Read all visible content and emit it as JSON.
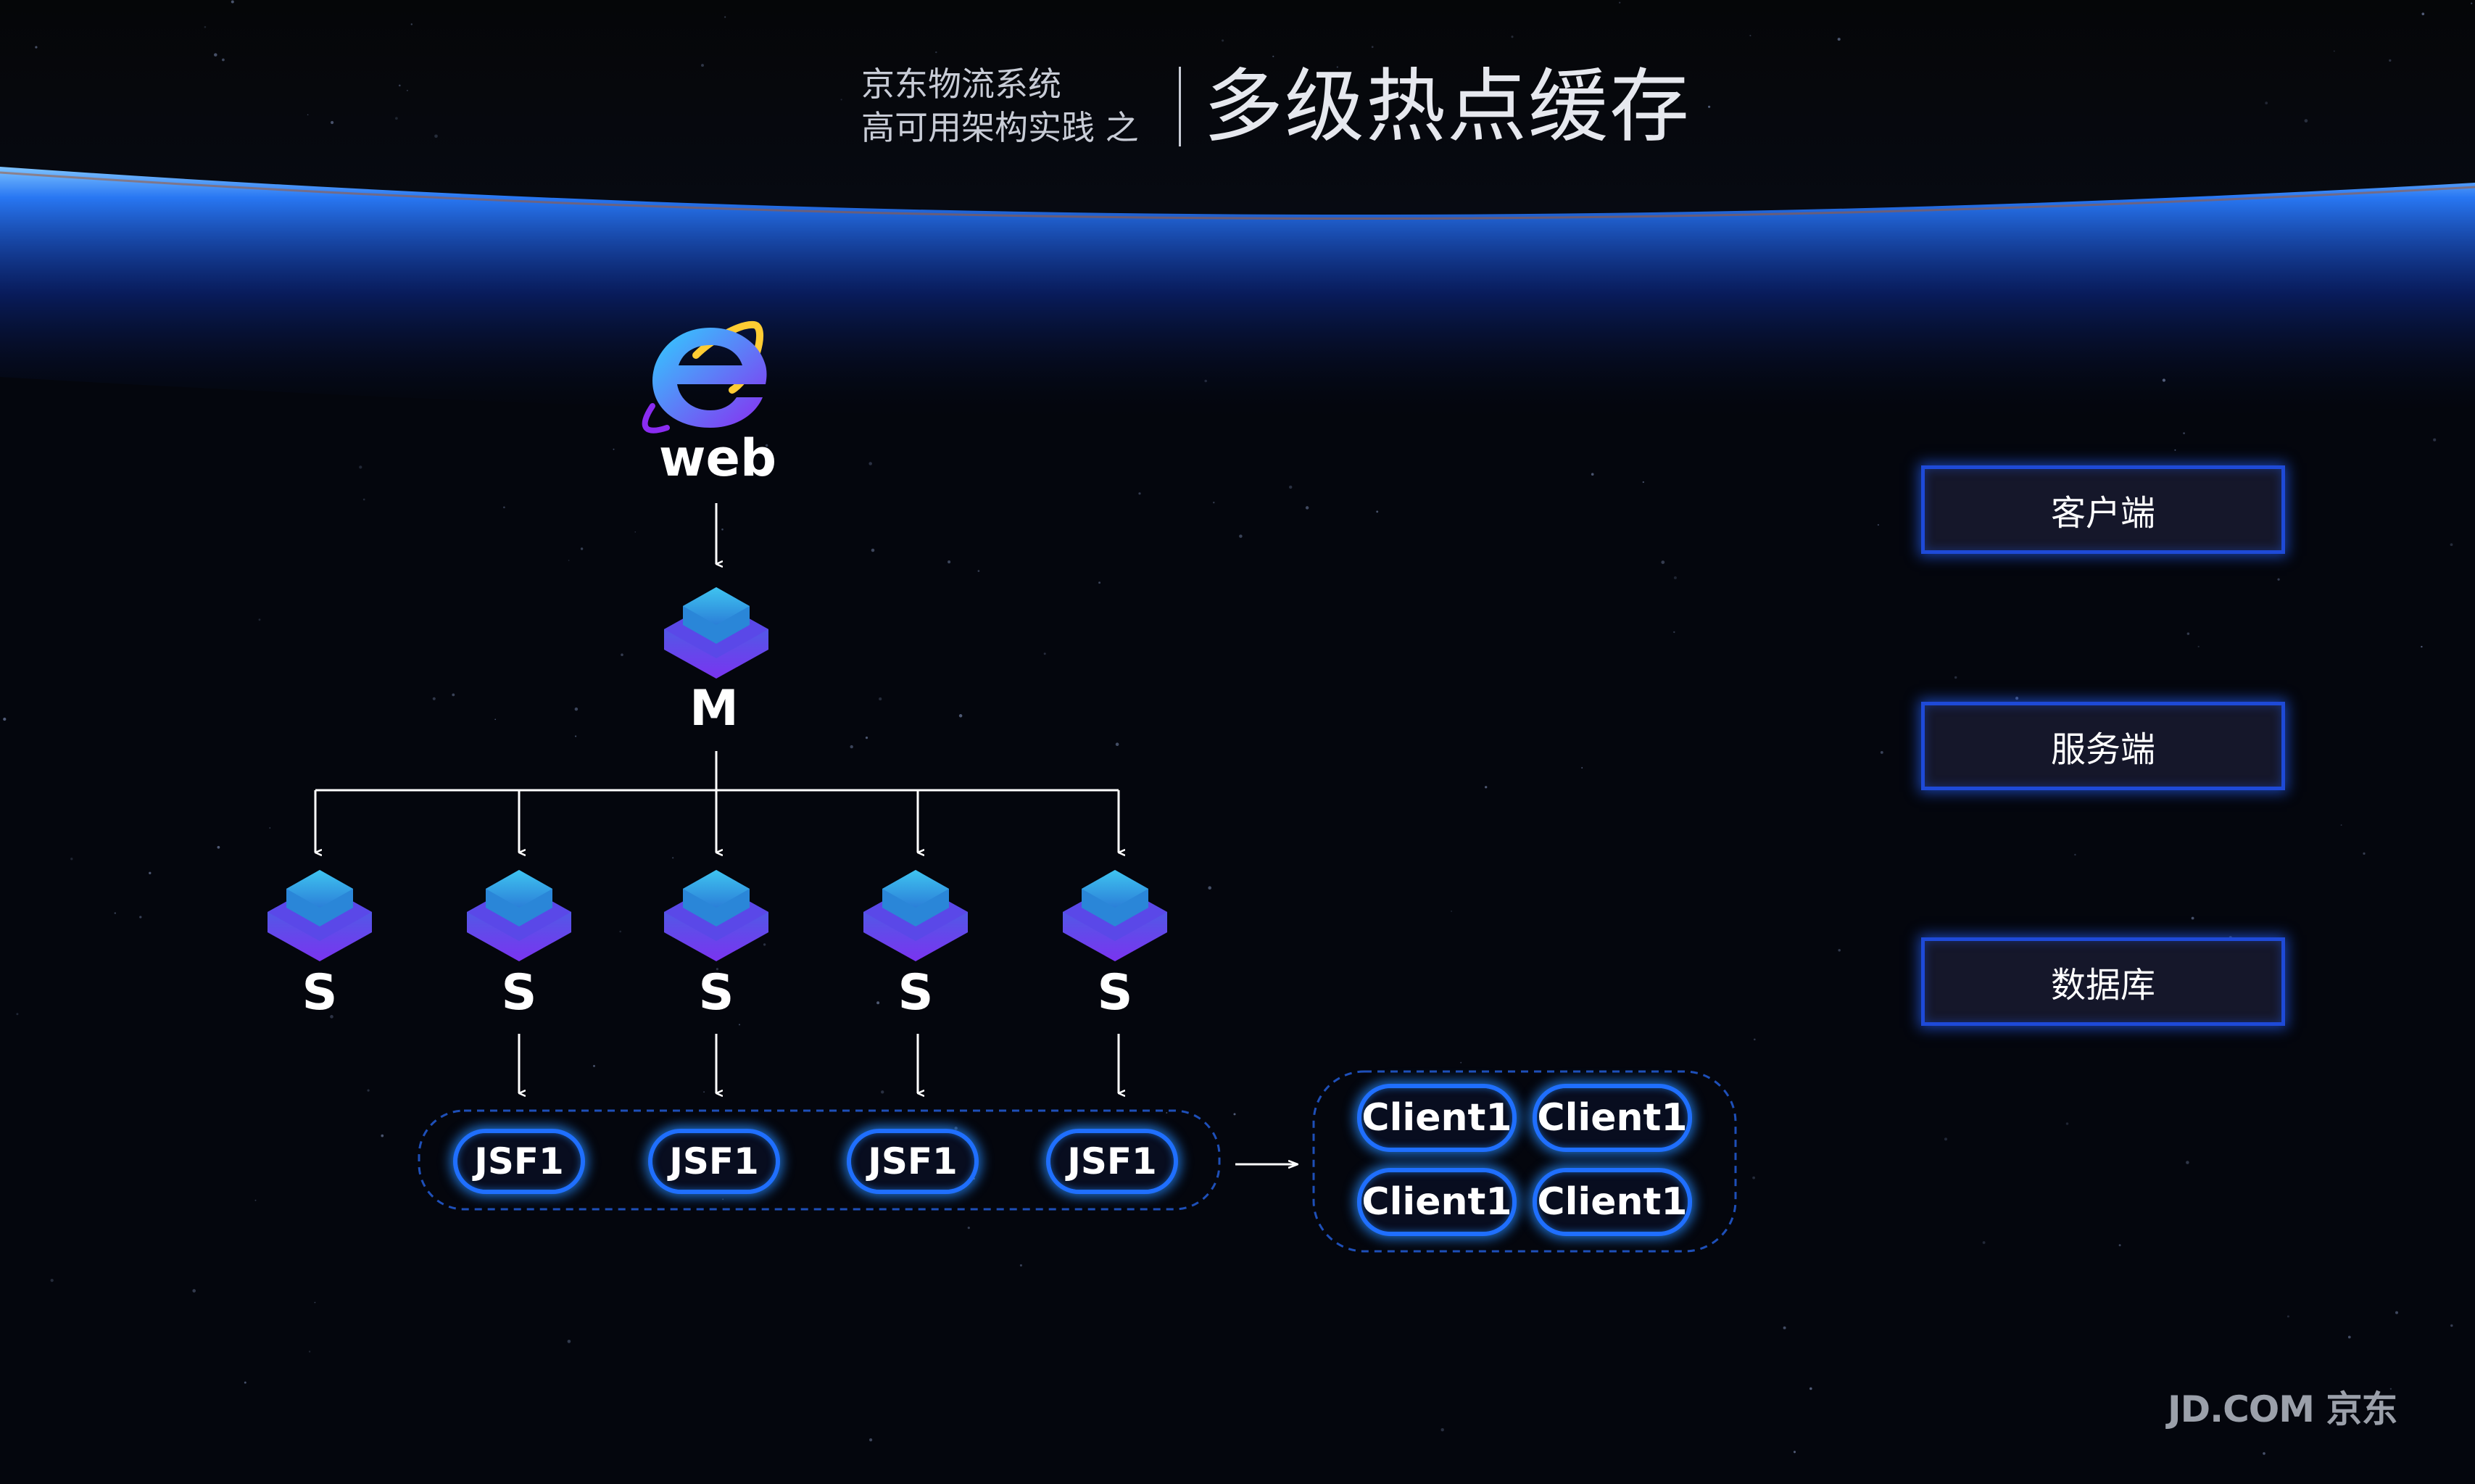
{
  "header": {
    "subtitle_line1": "京东物流系统",
    "subtitle_line2": "高可用架构实践 之",
    "title": "多级热点缓存"
  },
  "diagram": {
    "web_label": "web",
    "master_label": "M",
    "slave_labels": [
      "S",
      "S",
      "S",
      "S",
      "S"
    ],
    "jsf_labels": [
      "JSF1",
      "JSF1",
      "JSF1",
      "JSF1"
    ],
    "client_labels": [
      "Client1",
      "Client1",
      "Client1",
      "Client1"
    ]
  },
  "legend": {
    "client": "客户端",
    "server": "服务端",
    "database": "数据库"
  },
  "brand": "JD.COM 京东",
  "colors": {
    "background": "#04060d",
    "horizon_glow": "#1e6bff",
    "pill_border": "#1f6fff",
    "legend_border": "#1e4ad8",
    "node_top": "#2fa9e8",
    "node_bottom": "#6a3cf0"
  },
  "icons": {
    "web": "internet-explorer-icon",
    "master": "stacked-layers-icon",
    "slave": "stacked-layers-icon"
  }
}
